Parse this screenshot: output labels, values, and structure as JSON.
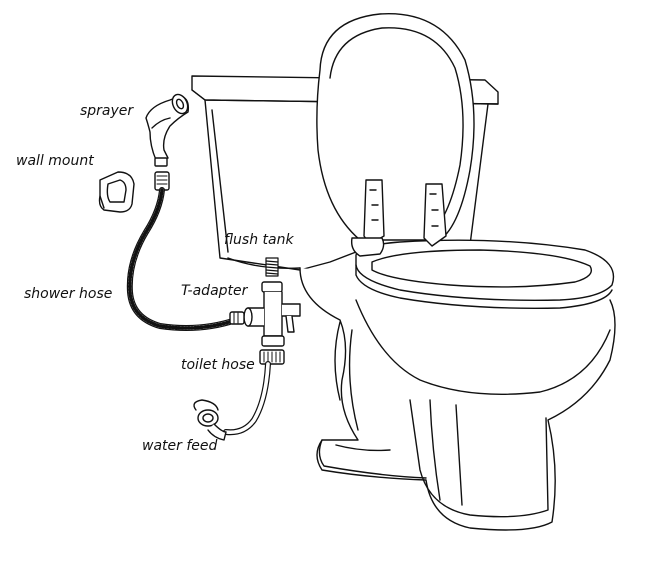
{
  "labels": {
    "sprayer": "sprayer",
    "wall_mount": "wall mount",
    "flush_tank": "flush tank",
    "t_adapter": "T-adapter",
    "shower_hose": "shower hose",
    "toilet_hose": "toilet hose",
    "water_feed": "water feed"
  },
  "colors": {
    "line": "#111111",
    "fill": "#ffffff",
    "shade": "#dddddd"
  }
}
